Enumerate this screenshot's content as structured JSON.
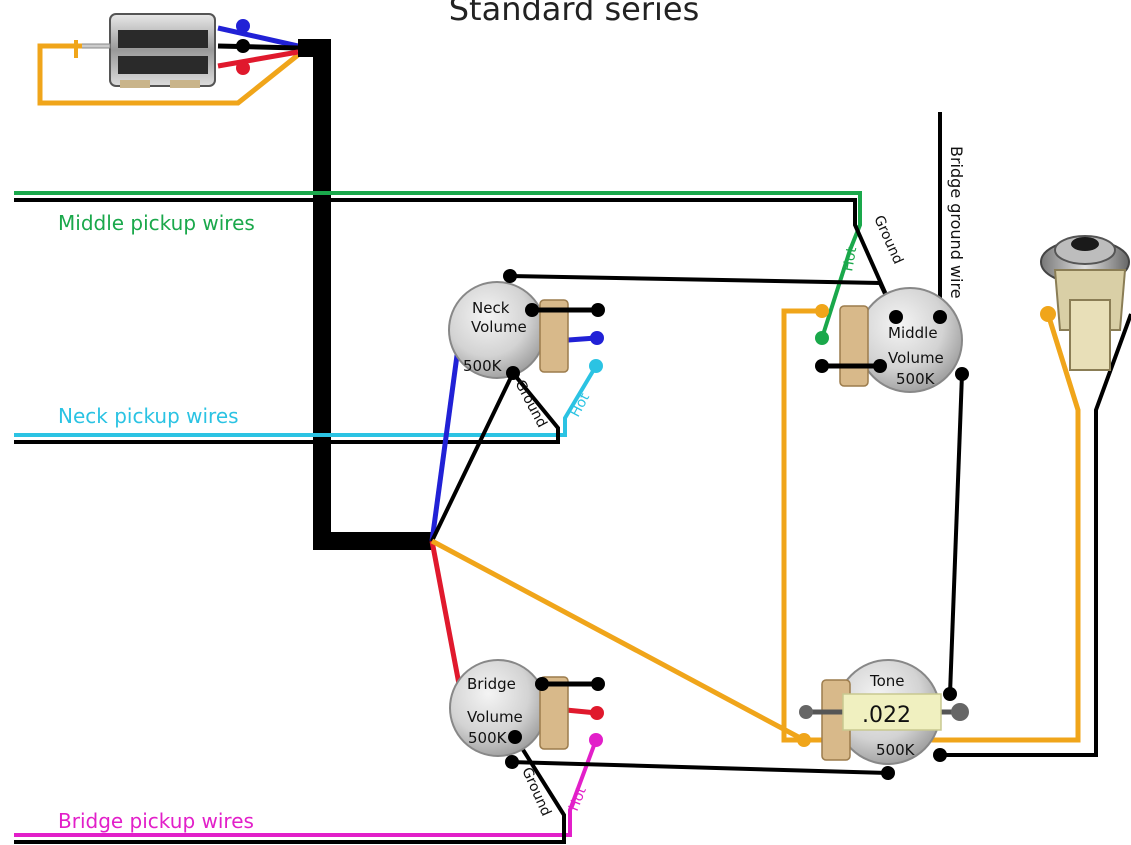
{
  "title": "Standard series",
  "labels": {
    "middle_wires": "Middle pickup wires",
    "neck_wires": "Neck pickup wires",
    "bridge_wires": "Bridge pickup wires",
    "bridge_ground": "Bridge ground wire"
  },
  "tags": {
    "hot": "Hot",
    "ground": "Ground"
  },
  "pots": {
    "neck": {
      "line1": "Neck",
      "line2": "Volume",
      "value": "500K"
    },
    "middle": {
      "line1": "Middle",
      "line2": "Volume",
      "value": "500K"
    },
    "bridge": {
      "line1": "Bridge",
      "line2": "Volume",
      "value": "500K"
    },
    "tone": {
      "line1": "Tone",
      "value": "500K",
      "cap": ".022"
    }
  },
  "colors": {
    "green": "#1aa84b",
    "cyan": "#2bc3e3",
    "magenta": "#e21fc9",
    "blue": "#2121d6",
    "red": "#e0192d",
    "orange": "#f0a51a",
    "black": "#000000"
  }
}
